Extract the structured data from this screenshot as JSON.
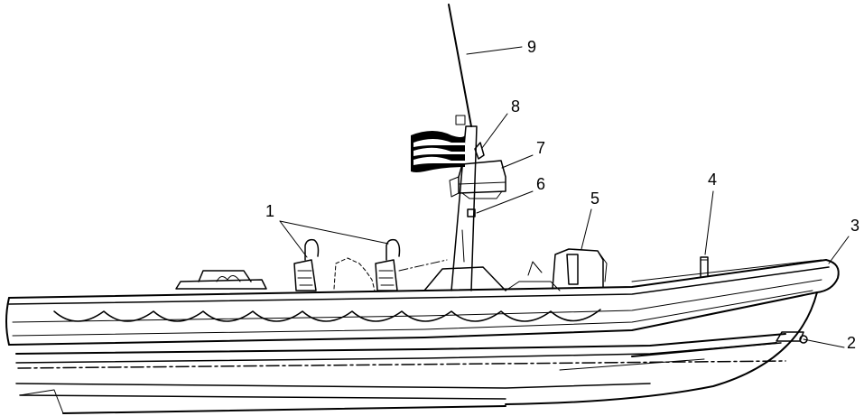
{
  "diagram": {
    "callouts": [
      {
        "id": "1",
        "label": "1"
      },
      {
        "id": "2",
        "label": "2"
      },
      {
        "id": "3",
        "label": "3"
      },
      {
        "id": "4",
        "label": "4"
      },
      {
        "id": "5",
        "label": "5"
      },
      {
        "id": "6",
        "label": "6"
      },
      {
        "id": "7",
        "label": "7"
      },
      {
        "id": "8",
        "label": "8"
      },
      {
        "id": "9",
        "label": "9"
      }
    ],
    "colors": {
      "ink": "#000000",
      "paper": "#ffffff"
    }
  }
}
